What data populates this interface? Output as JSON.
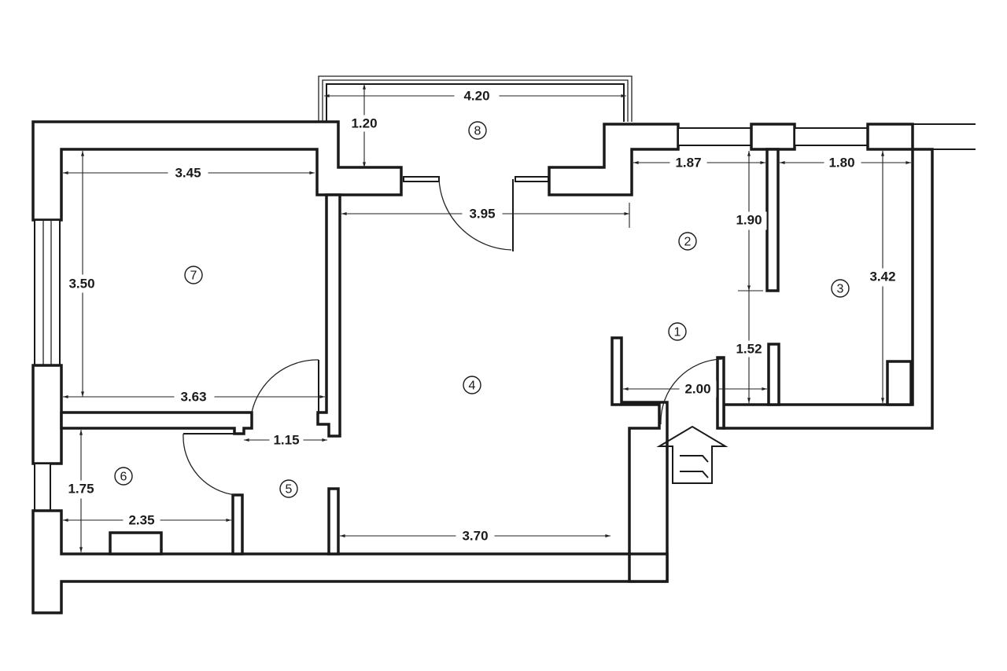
{
  "rooms": [
    {
      "number": "1"
    },
    {
      "number": "2"
    },
    {
      "number": "3"
    },
    {
      "number": "4"
    },
    {
      "number": "5"
    },
    {
      "number": "6"
    },
    {
      "number": "7"
    },
    {
      "number": "8"
    }
  ],
  "dimensions": {
    "balcony_width": "4.20",
    "balcony_depth": "1.20",
    "room7_width": "3.45",
    "room7_depth": "3.50",
    "room7_bottom_width": "3.63",
    "hall_width_top": "3.95",
    "room2_width": "1.87",
    "room3_width": "1.80",
    "room2_depth": "1.90",
    "room3_depth": "3.42",
    "room1_depth": "1.52",
    "entrance_width": "2.00",
    "passage_width": "1.15",
    "room6_depth": "1.75",
    "room6_width": "2.35",
    "room4_bottom_width": "3.70"
  },
  "entrance_icon": "entrance-arrow-icon"
}
